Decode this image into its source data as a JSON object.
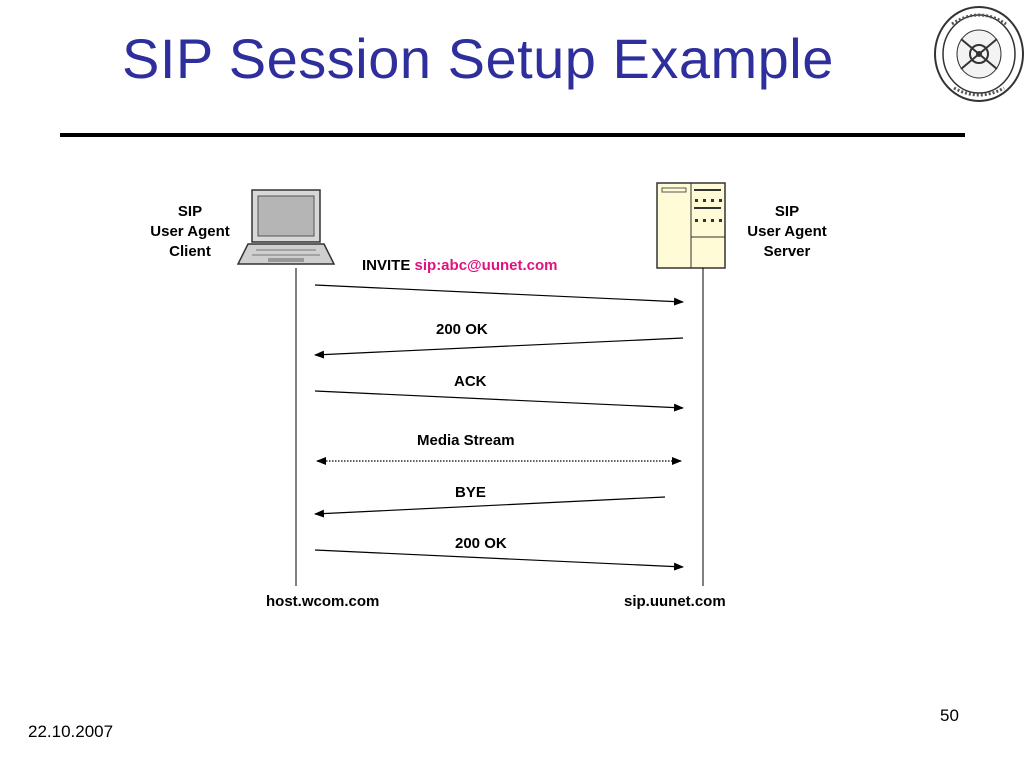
{
  "slide": {
    "title": "SIP Session Setup Example",
    "date": "22.10.2007",
    "page_number": "50"
  },
  "client": {
    "role_line1": "SIP",
    "role_line2": "User Agent",
    "role_line3": "Client",
    "host": "host.wcom.com",
    "icon": "laptop-icon"
  },
  "server": {
    "role_line1": "SIP",
    "role_line2": "User Agent",
    "role_line3": "Server",
    "host": "sip.uunet.com",
    "icon": "server-icon"
  },
  "messages": {
    "invite_label": "INVITE",
    "invite_uri": "sip:abc@uunet.com",
    "ok1": "200 OK",
    "ack": "ACK",
    "media": "Media Stream",
    "bye": "BYE",
    "ok2": "200 OK"
  },
  "colors": {
    "title": "#2e2e9c",
    "uri": "#e0117f"
  }
}
